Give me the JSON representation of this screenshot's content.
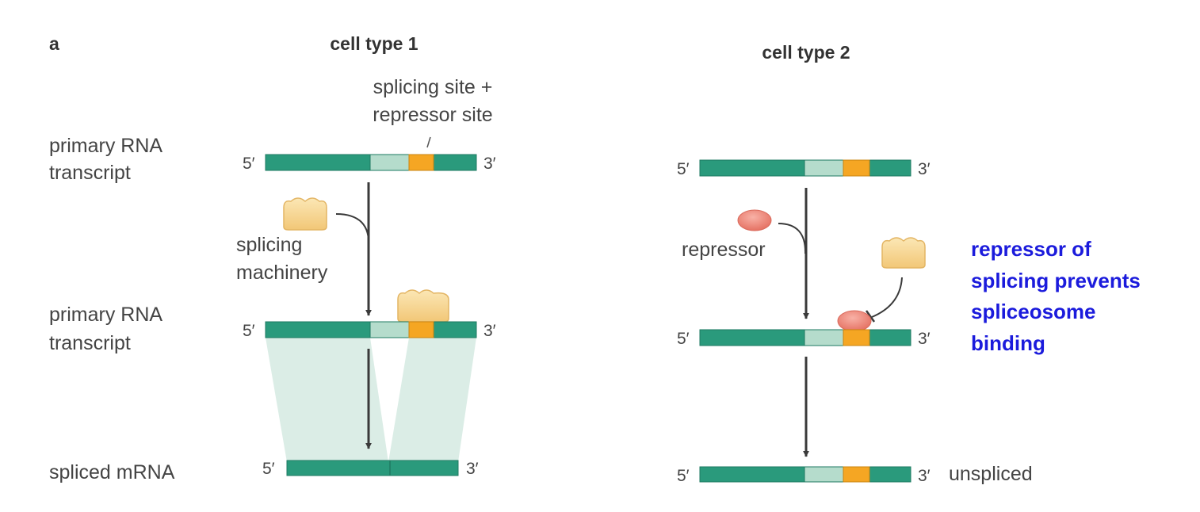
{
  "panel_label": "a",
  "cell_type_1": {
    "header": "cell type 1",
    "site_label_line1": "splicing site +",
    "site_label_line2": "repressor site",
    "row1_label_line1": "primary RNA",
    "row1_label_line2": "transcript",
    "machinery_line1": "splicing",
    "machinery_line2": "machinery",
    "row2_label_line1": "primary RNA",
    "row2_label_line2": "transcript",
    "row3_label": "spliced mRNA"
  },
  "cell_type_2": {
    "header": "cell type 2",
    "repressor_label": "repressor",
    "note_line1": "repressor of",
    "note_line2": "splicing prevents",
    "note_line3": "spliceosome",
    "note_line4": "binding",
    "result_label": "unspliced"
  },
  "strand_ends": {
    "five_prime": "5′",
    "three_prime": "3′"
  },
  "colors": {
    "exon": "#2a9a7c",
    "intron_splice_site": "#b5dccc",
    "repressor_site": "#f5a623",
    "spliceosome": "#f8d88e",
    "repressor": "#ec7a6c",
    "annotation_blue": "#1b1bdc",
    "shading": "#dbede6"
  }
}
